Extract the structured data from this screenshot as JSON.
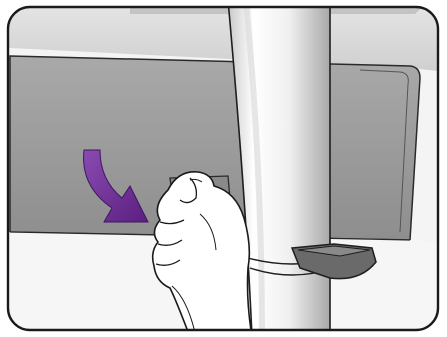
{
  "illustration": {
    "kind": "line-art instruction illustration",
    "depicts": [
      "rounded-frame",
      "monitor-back",
      "monitor-stand-column",
      "cable-clip",
      "hand",
      "curved-arrow"
    ],
    "colors": {
      "frame": "#1a1a1a",
      "monitor_panel": "#9e9e9e",
      "monitor_top_bezel": "#d9d9d9",
      "floor": "#f3f3f3",
      "column_light": "#f7f7f7",
      "column_dark": "#bdbdbd",
      "clip": "#6b6b6b",
      "hand_fill": "#ffffff",
      "arrow": "#6a2f8f"
    }
  }
}
